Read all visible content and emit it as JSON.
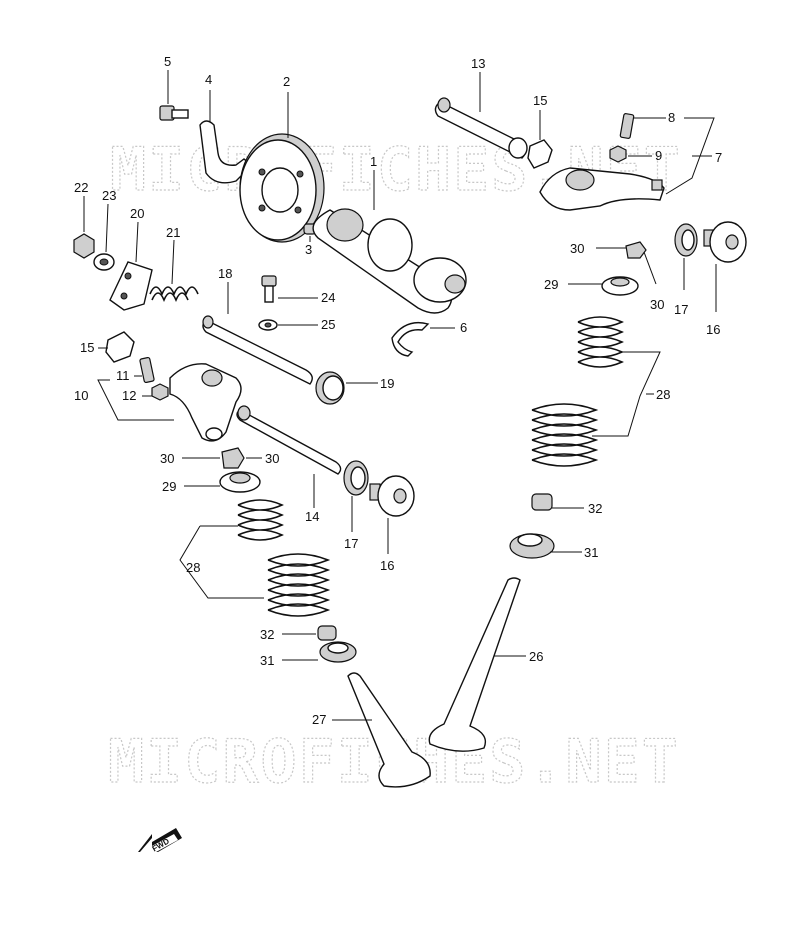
{
  "watermark": "MICROFICHES.NET",
  "fwd_arrow_text": "FWD",
  "callouts": {
    "c1": "1",
    "c2": "2",
    "c3": "3",
    "c4": "4",
    "c5": "5",
    "c6": "6",
    "c7": "7",
    "c8": "8",
    "c9": "9",
    "c10": "10",
    "c11": "11",
    "c12": "12",
    "c13": "13",
    "c14": "14",
    "c15a": "15",
    "c15b": "15",
    "c16a": "16",
    "c16b": "16",
    "c17a": "17",
    "c17b": "17",
    "c18": "18",
    "c19": "19",
    "c20": "20",
    "c21": "21",
    "c22": "22",
    "c23": "23",
    "c24": "24",
    "c25": "25",
    "c26": "26",
    "c27": "27",
    "c28a": "28",
    "c28b": "28",
    "c29a": "29",
    "c29b": "29",
    "c30a": "30",
    "c30b": "30",
    "c30c": "30",
    "c30d": "30",
    "c31a": "31",
    "c31b": "31",
    "c32a": "32",
    "c32b": "32"
  }
}
